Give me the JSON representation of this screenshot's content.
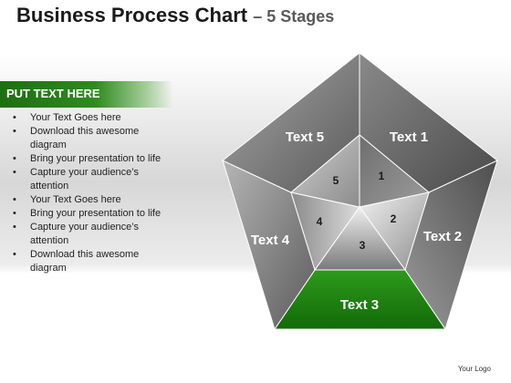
{
  "title": {
    "main": "Business Process Chart",
    "sub": "– 5 Stages"
  },
  "sidebar": {
    "heading": "PUT TEXT HERE",
    "bullets": [
      "Your Text Goes here",
      "Download this awesome diagram",
      "Bring your presentation to life",
      "Capture your audience’s attention",
      "Your Text Goes here",
      "Bring your presentation to life",
      "Capture your audience’s attention",
      "Download this awesome diagram"
    ]
  },
  "diagram": {
    "segments": [
      {
        "label": "Text 1",
        "number": "1"
      },
      {
        "label": "Text 2",
        "number": "2"
      },
      {
        "label": "Text 3",
        "number": "3"
      },
      {
        "label": "Text 4",
        "number": "4"
      },
      {
        "label": "Text 5",
        "number": "5"
      }
    ],
    "highlight_color": "#1e7a12"
  },
  "footer": {
    "logo": "Your Logo"
  }
}
